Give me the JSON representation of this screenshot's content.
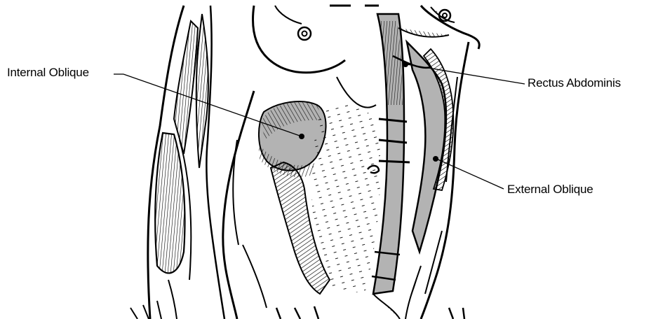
{
  "labels": {
    "internal_oblique": "Internal Oblique",
    "rectus_abdominis": "Rectus Abdominis",
    "external_oblique": "External Oblique"
  },
  "colors": {
    "ink": "#000000",
    "muscle_shading": "#b3b3b3",
    "background": "#ffffff"
  }
}
